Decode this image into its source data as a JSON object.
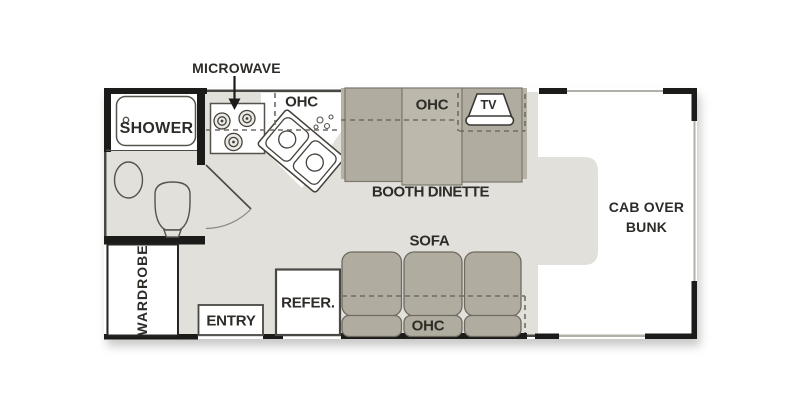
{
  "plan": {
    "labels": {
      "microwave": "MICROWAVE",
      "shower": "SHOWER",
      "kitchen_ohc": "OHC",
      "dinette_ohc": "OHC",
      "tv": "TV",
      "booth_dinette": "BOOTH DINETTE",
      "cab_over_bunk_line1": "CAB OVER",
      "cab_over_bunk_line2": "BUNK",
      "sofa": "SOFA",
      "sofa_ohc": "OHC",
      "wardrobe": "WARDROBE",
      "entry": "ENTRY",
      "refrigerator": "REFER."
    },
    "colors": {
      "background": "#ffffff",
      "floor": "#e2e0da",
      "furniture": "#b6b2a6",
      "furniture_dark": "#b0ac9f",
      "table": "#bcb8ac",
      "wall": "#1b1b1a",
      "outline": "#4a4844",
      "fixture_line": "#55524c",
      "dash": "#6f6c64",
      "thin_wall": "#b3b0a9",
      "text": "#2e2c29"
    }
  }
}
